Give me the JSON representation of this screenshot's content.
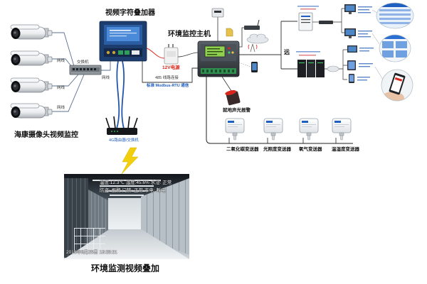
{
  "colors": {
    "accent_blue": "#1f5fbf",
    "power_red": "#d9261c",
    "device_navy": "#1d3d6e",
    "bolt_yellow": "#f2cf0d"
  },
  "cameras": {
    "label": "海康摄像头视频监控",
    "icons": [
      "camera-icon",
      "camera-icon",
      "camera-icon",
      "camera-icon"
    ]
  },
  "switch": {
    "label": "交换机"
  },
  "cable_labels": [
    "网线",
    "网线",
    "网线",
    "网线"
  ],
  "overlayer": {
    "title": "视频字符叠加器"
  },
  "power": {
    "label": "12V电源"
  },
  "link": {
    "rs485": "485 线路连接",
    "protocol": "标准 Modbus-RTU 通信"
  },
  "router": {
    "label": "4G路由器/交换机"
  },
  "video": {
    "overlay_line1": "温度:12.3℃ 湿度:45.6% 水浸: 正常",
    "overlay_line2": "防盗: 报警  门禁: 正常 市电: 断电",
    "timestamp": "2019年6月25日   13:25:21",
    "caption": "环境监测视频叠加"
  },
  "host": {
    "title": "环境监控主机"
  },
  "alarm": {
    "label": "就地声光报警"
  },
  "sensors": [
    {
      "label": "二氧化碳变送器"
    },
    {
      "label": "光照度变送器"
    },
    {
      "label": "氧气变送器"
    },
    {
      "label": "温湿度变送器"
    }
  ],
  "remote": {
    "label": "远"
  }
}
